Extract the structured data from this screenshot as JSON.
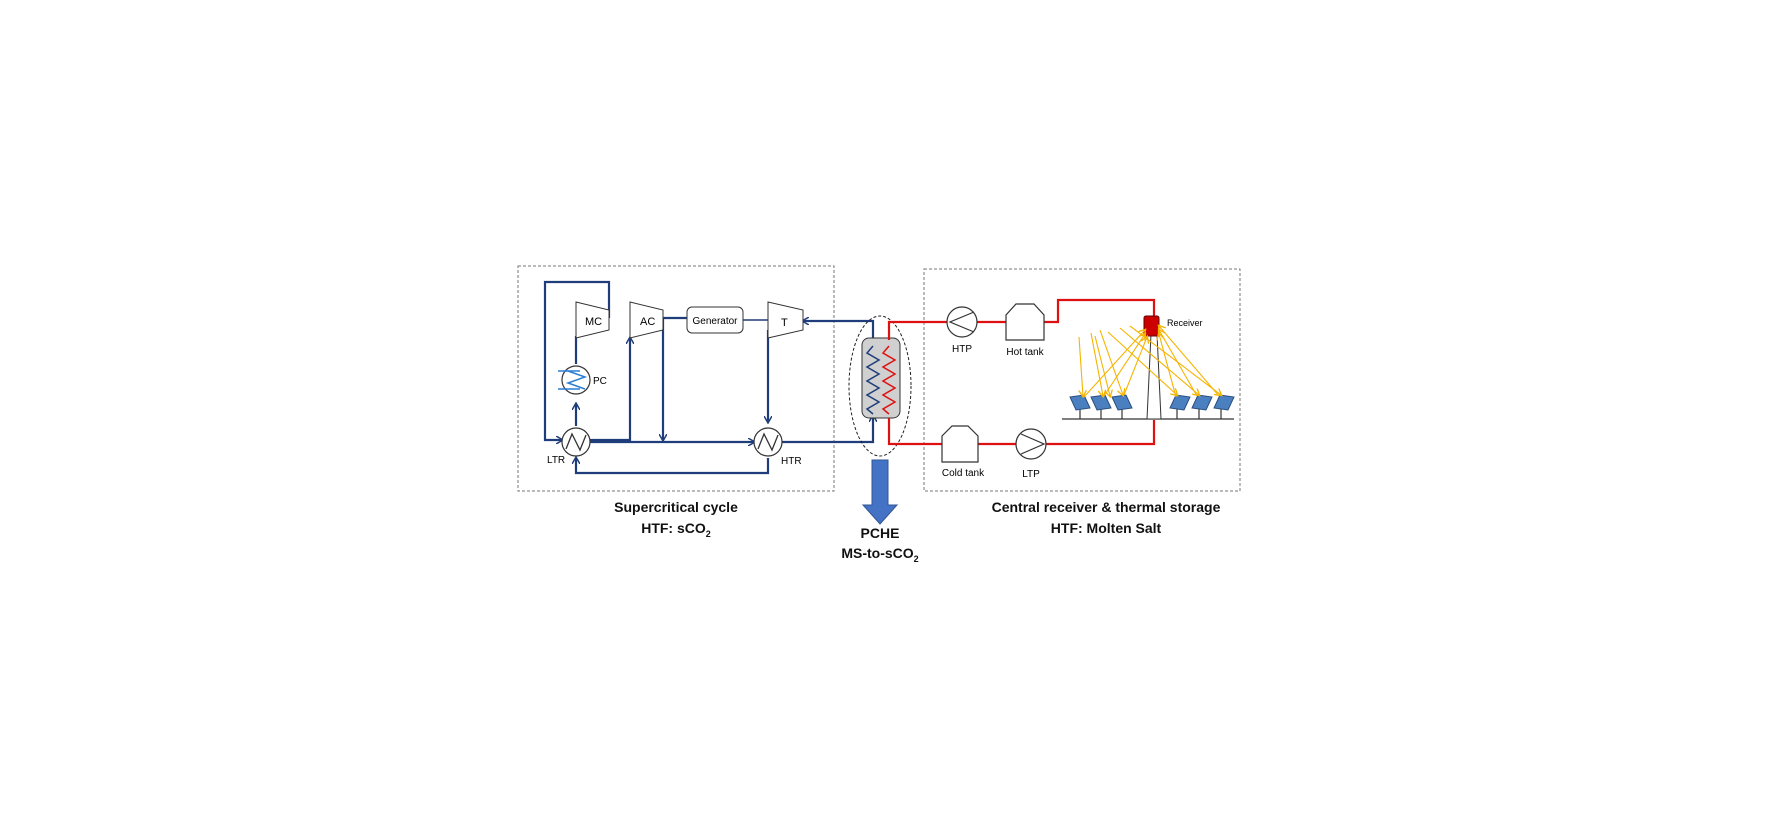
{
  "colors": {
    "sco2_line": "#1f3d7a",
    "salt_line": "#dd1111",
    "pc_coil": "#2a7fd4",
    "ray": "#f5b400",
    "heliostat": "#4a7fc0",
    "receiver": "#cc0000",
    "arrow": "#4472c4",
    "pche_fill": "#d0d0d0"
  },
  "components": {
    "mc": "MC",
    "ac": "AC",
    "generator": "Generator",
    "turbine": "T",
    "pc": "PC",
    "ltr": "LTR",
    "htr": "HTR",
    "htp": "HTP",
    "hot_tank": "Hot tank",
    "cold_tank": "Cold tank",
    "ltp": "LTP",
    "receiver": "Receiver"
  },
  "captions": {
    "left_title": "Supercritical cycle",
    "left_htf_prefix": "HTF: sCO",
    "left_htf_sub": "2",
    "middle_title": "PCHE",
    "middle_line_prefix": "MS-to-sCO",
    "middle_line_sub": "2",
    "right_title": "Central receiver & thermal storage",
    "right_htf": "HTF: Molten Salt"
  },
  "icons": [
    "compressor-icon",
    "turbine-icon",
    "heat-exchanger-icon",
    "pump-icon",
    "tank-icon",
    "heliostat-icon",
    "receiver-icon",
    "down-arrow-icon"
  ]
}
